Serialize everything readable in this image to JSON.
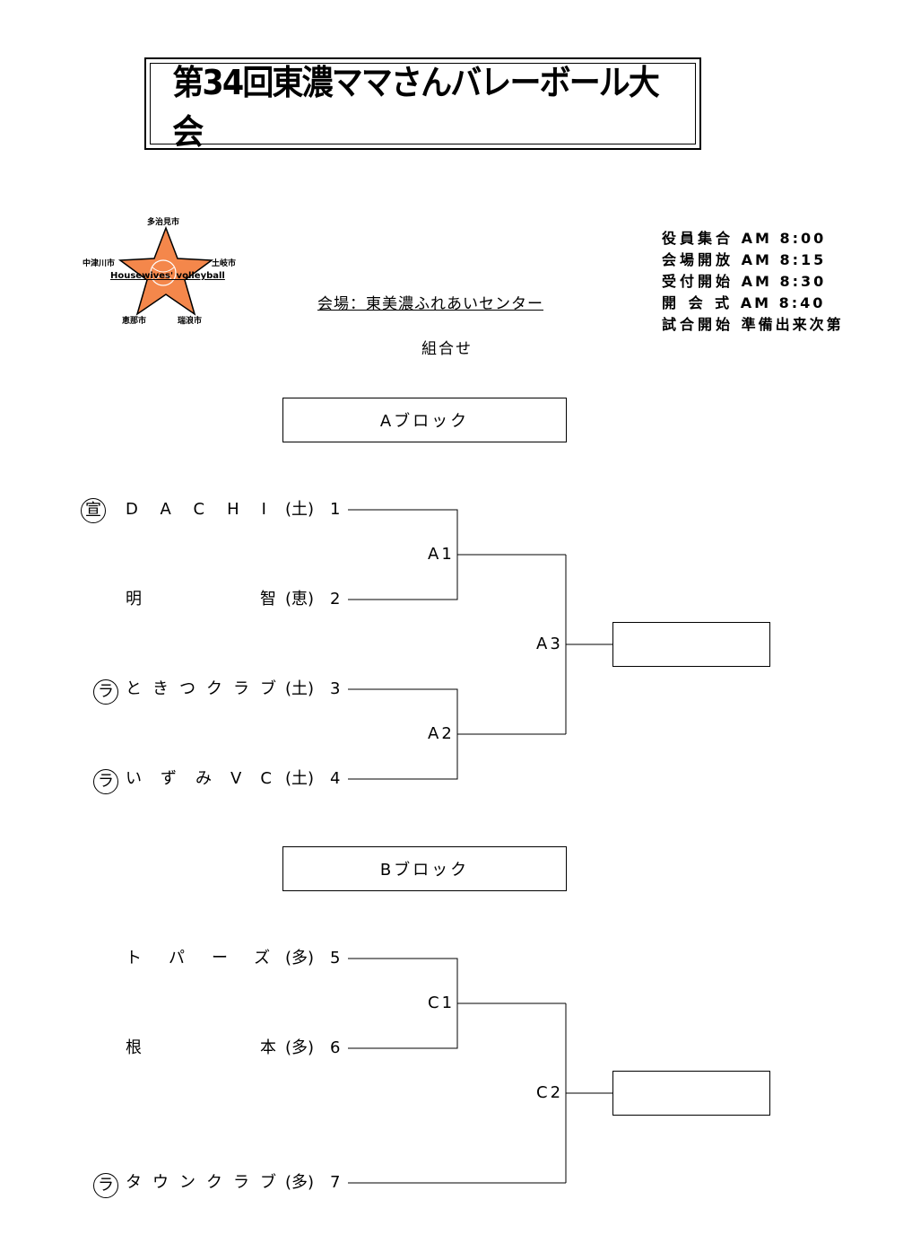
{
  "title": "第34回東濃ママさんバレーボール大会",
  "logo": {
    "top_city": "多治見市",
    "left_city": "中津川市",
    "right_city": "土岐市",
    "bottom_left_city": "恵那市",
    "bottom_right_city": "瑞浪市",
    "caption": "Housewives' volleyball",
    "star_color": "#f4874b"
  },
  "schedule": [
    {
      "label": "役員集合",
      "time": "AM 8:00"
    },
    {
      "label": "会場開放",
      "time": "AM 8:15"
    },
    {
      "label": "受付開始",
      "time": "AM 8:30"
    },
    {
      "label": "開 会 式",
      "time": "AM 8:40"
    },
    {
      "label": "試合開始",
      "time": "準備出来次第"
    }
  ],
  "venue": "会場：東美濃ふれあいセンター",
  "subtitle": "組合せ",
  "blocks": [
    {
      "label": "Aブロック",
      "teams": [
        {
          "mark": "宣",
          "name": "DACHI",
          "city": "(土)",
          "num": "1"
        },
        {
          "mark": "",
          "name": "明",
          "name2": "智",
          "city": "(恵)",
          "num": "2"
        },
        {
          "mark": "ラ",
          "name": "ときつクラブ",
          "city": "(土)",
          "num": "3"
        },
        {
          "mark": "ラ",
          "name": "いずみVC",
          "city": "(土)",
          "num": "4"
        }
      ],
      "matches": [
        "A1",
        "A2",
        "A3"
      ]
    },
    {
      "label": "Bブロック",
      "teams": [
        {
          "mark": "",
          "name": "トパーズ",
          "city": "(多)",
          "num": "5"
        },
        {
          "mark": "",
          "name": "根",
          "name2": "本",
          "city": "(多)",
          "num": "6"
        },
        {
          "mark": "ラ",
          "name": "タウンクラブ",
          "city": "(多)",
          "num": "7"
        }
      ],
      "matches": [
        "C1",
        "C2"
      ]
    }
  ]
}
